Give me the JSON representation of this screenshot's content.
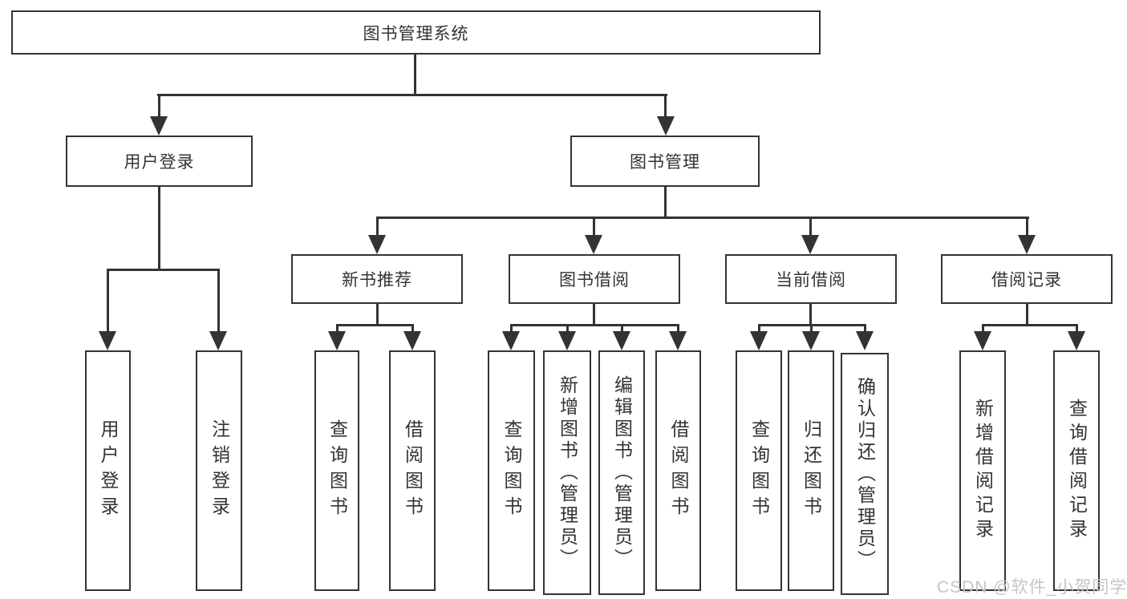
{
  "title": "图书管理系统",
  "tree": {
    "label": "图书管理系统",
    "children": [
      {
        "label": "用户登录",
        "children": [
          {
            "label": "用户登录"
          },
          {
            "label": "注销登录"
          }
        ]
      },
      {
        "label": "图书管理",
        "children": [
          {
            "label": "新书推荐",
            "children": [
              {
                "label": "查询图书"
              },
              {
                "label": "借阅图书"
              }
            ]
          },
          {
            "label": "图书借阅",
            "children": [
              {
                "label": "查询图书"
              },
              {
                "label": "新增图书（管理员）"
              },
              {
                "label": "编辑图书（管理员）"
              },
              {
                "label": "借阅图书"
              }
            ]
          },
          {
            "label": "当前借阅",
            "children": [
              {
                "label": "查询图书"
              },
              {
                "label": "归还图书"
              },
              {
                "label": "确认归还（管理员）"
              }
            ]
          },
          {
            "label": "借阅记录",
            "children": [
              {
                "label": "新增借阅记录"
              },
              {
                "label": "查询借阅记录"
              }
            ]
          }
        ]
      }
    ]
  },
  "watermark": {
    "text": "CSDN @软件_小贺同学"
  },
  "colors": {
    "line": "#333333",
    "box_border": "#333333",
    "box_fill": "#ffffff",
    "text": "#333333",
    "watermark": "#c2c6cb"
  }
}
